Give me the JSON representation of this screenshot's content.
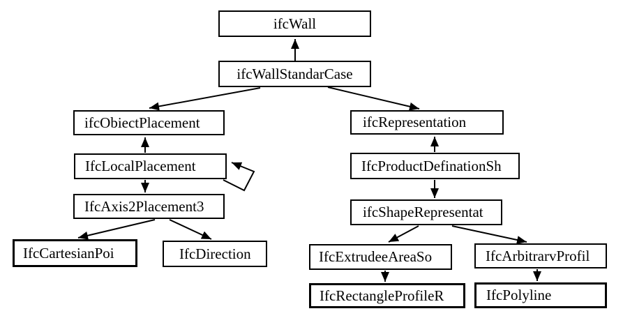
{
  "diagram": {
    "background_color": "#ffffff",
    "line_color": "#000000",
    "nodes": {
      "ifcWall": {
        "label": "ifcWall"
      },
      "ifcWallStandarCase": {
        "label": "ifcWallStandarCase"
      },
      "ifcObiectPlacement": {
        "label": "ifcObiectPlacement"
      },
      "IfcLocalPlacement": {
        "label": "IfcLocalPlacement"
      },
      "IfcAxis2Placement3": {
        "label": "IfcAxis2Placement3"
      },
      "IfcCartesianPoi": {
        "label": "IfcCartesianPoi"
      },
      "IfcDirection": {
        "label": "IfcDirection"
      },
      "ifcRepresentation": {
        "label": "ifcRepresentation"
      },
      "IfcProductDefinationSh": {
        "label": "IfcProductDefinationSh"
      },
      "ifcShapeRepresentat": {
        "label": "ifcShapeRepresentat"
      },
      "IfcExtrudeeAreaSo": {
        "label": "IfcExtrudeeAreaSo"
      },
      "IfcArbitrarvProfil": {
        "label": "IfcArbitrarvProfil"
      },
      "IfcRectangleProfileR": {
        "label": "IfcRectangleProfileR"
      },
      "IfcPolyline": {
        "label": "IfcPolyline"
      }
    },
    "edges": [
      {
        "from": "ifcWallStandarCase",
        "to": "ifcWall"
      },
      {
        "from": "ifcWallStandarCase",
        "to": "ifcObiectPlacement"
      },
      {
        "from": "ifcWallStandarCase",
        "to": "ifcRepresentation"
      },
      {
        "from": "IfcLocalPlacement",
        "to": "ifcObiectPlacement"
      },
      {
        "from": "IfcLocalPlacement",
        "to": "IfcAxis2Placement3"
      },
      {
        "from": "IfcLocalPlacement",
        "to": "IfcLocalPlacement",
        "note": "self-loop"
      },
      {
        "from": "IfcAxis2Placement3",
        "to": "IfcCartesianPoi"
      },
      {
        "from": "IfcAxis2Placement3",
        "to": "IfcDirection"
      },
      {
        "from": "IfcProductDefinationSh",
        "to": "ifcRepresentation"
      },
      {
        "from": "IfcProductDefinationSh",
        "to": "ifcShapeRepresentat"
      },
      {
        "from": "ifcShapeRepresentat",
        "to": "IfcExtrudeeAreaSo"
      },
      {
        "from": "ifcShapeRepresentat",
        "to": "IfcArbitrarvProfil"
      },
      {
        "from": "IfcExtrudeeAreaSo",
        "to": "IfcRectangleProfileR"
      },
      {
        "from": "IfcArbitrarvProfil",
        "to": "IfcPolyline"
      }
    ]
  }
}
